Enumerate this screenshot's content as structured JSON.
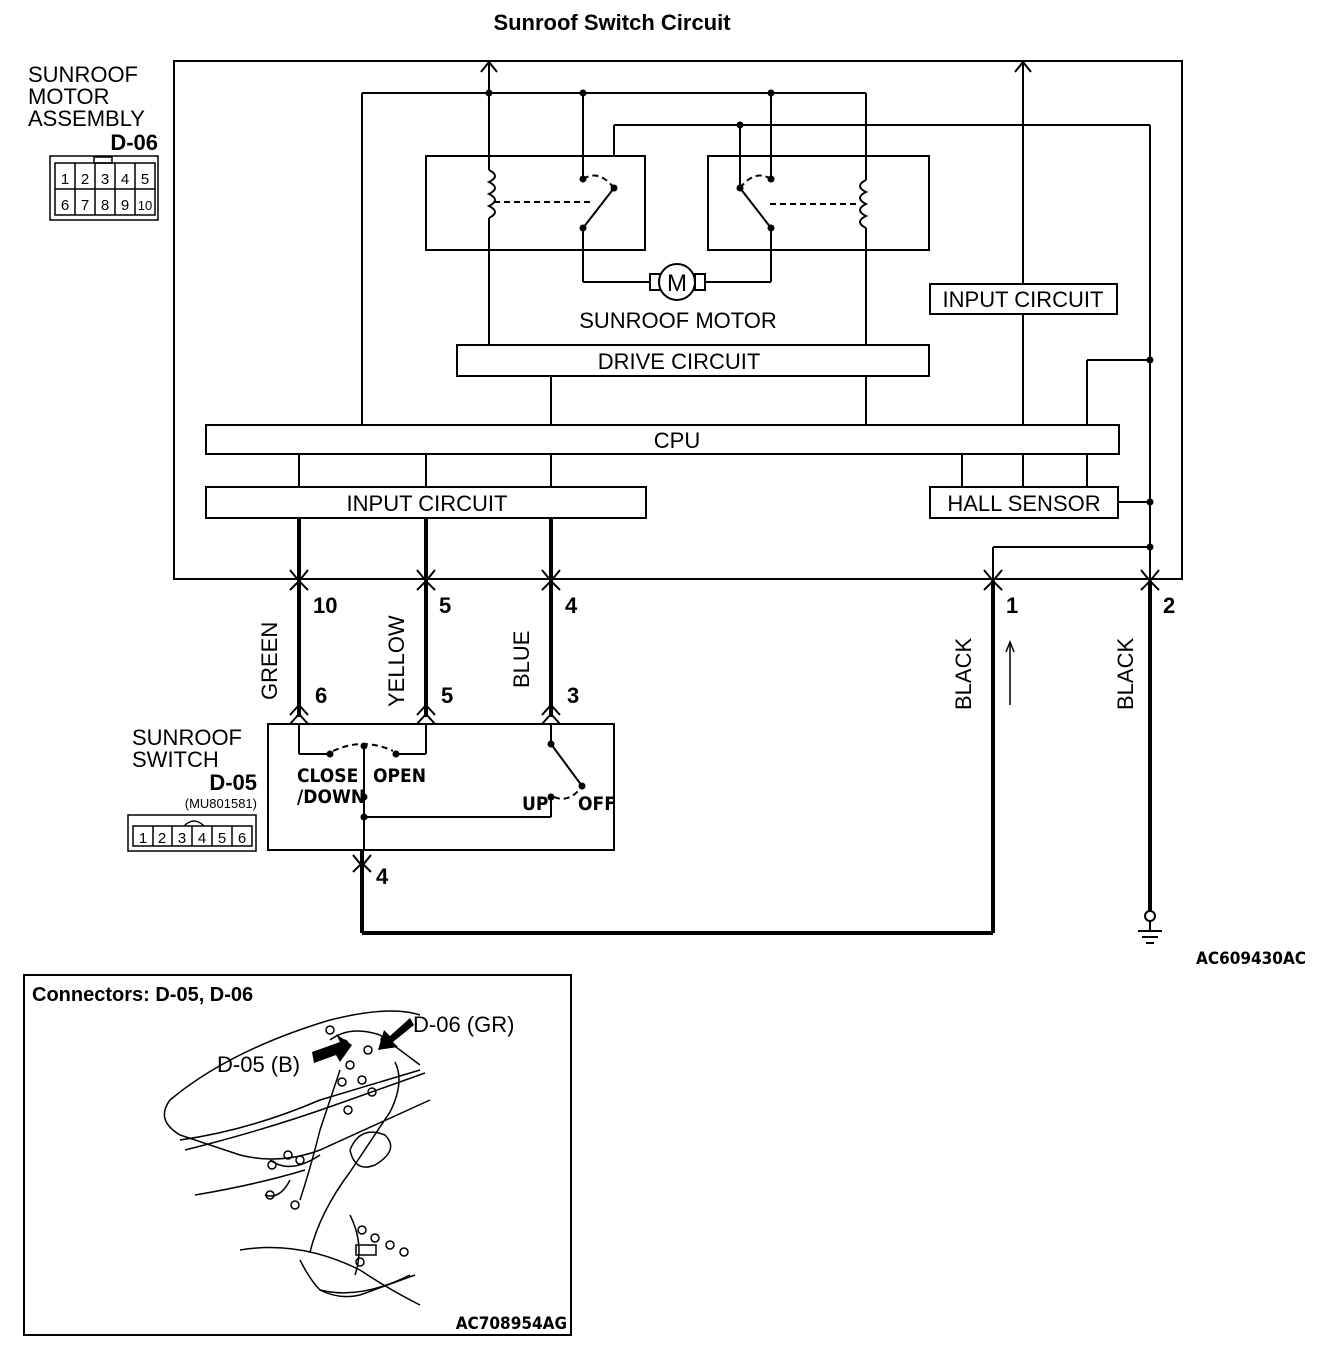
{
  "title": "Sunroof Switch Circuit",
  "motor_assembly": {
    "line1": "SUNROOF",
    "line2": "MOTOR",
    "line3": "ASSEMBLY",
    "code": "D-06",
    "pins_top": [
      "1",
      "2",
      "3",
      "4",
      "5"
    ],
    "pins_bottom": [
      "6",
      "7",
      "8",
      "9",
      "10"
    ]
  },
  "blocks": {
    "motor": "SUNROOF MOTOR",
    "motor_symbol": "M",
    "drive_circuit": "DRIVE CIRCUIT",
    "input_circuit_right": "INPUT CIRCUIT",
    "cpu": "CPU",
    "input_circuit_left": "INPUT CIRCUIT",
    "hall_sensor": "HALL SENSOR"
  },
  "wires": [
    {
      "color": "GREEN",
      "pin_top": "10",
      "pin_bottom": "6"
    },
    {
      "color": "YELLOW",
      "pin_top": "5",
      "pin_bottom": "5"
    },
    {
      "color": "BLUE",
      "pin_top": "4",
      "pin_bottom": "3"
    },
    {
      "color": "BLACK",
      "pin_top": "1"
    },
    {
      "color": "BLACK",
      "pin_top": "2"
    }
  ],
  "sunroof_switch": {
    "line1": "SUNROOF",
    "line2": "SWITCH",
    "code": "D-05",
    "part": "(MU801581)",
    "pins": [
      "1",
      "2",
      "3",
      "4",
      "5",
      "6"
    ],
    "close_line1": "CLOSE",
    "close_line2": "/DOWN",
    "open": "OPEN",
    "up": "UP",
    "off": "OFF",
    "ground_pin": "4"
  },
  "figure_code": "AC609430AC",
  "connectors_panel": {
    "title": "Connectors: D-05, D-06",
    "label_d06": "D-06 (GR)",
    "label_d05": "D-05 (B)",
    "figure_code": "AC708954AG"
  }
}
